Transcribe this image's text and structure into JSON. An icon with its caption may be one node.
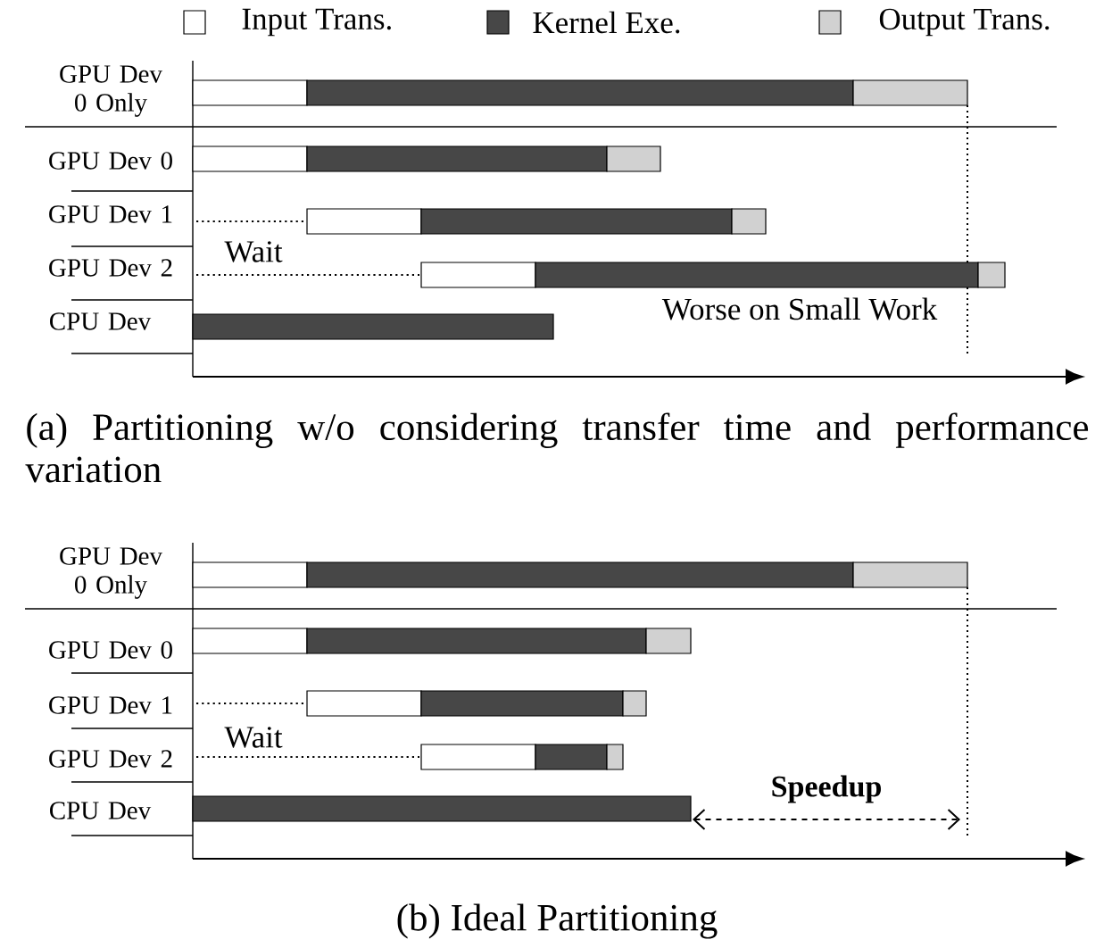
{
  "diagram": {
    "labels": [
      "GPU Dev 0 Only",
      "GPU Dev 0",
      "GPU Dev 1",
      "GPU Dev 2",
      "Wait",
      "CPU Dev",
      "Worse on Small Work",
      "(a) Partitioning w/o considering transfer time and performance variation",
      "GPU Dev 0 Only",
      "GPU Dev 0",
      "GPU Dev 1",
      "Wait",
      "GPU Dev 2",
      "Speedup",
      "CPU Dev",
      "(b) Ideal Partitioning"
    ],
    "legend": [
      {
        "text": "Input Trans."
      },
      {
        "text": "Kernel Exe."
      },
      {
        "text": "Output Trans."
      }
    ]
  }
}
